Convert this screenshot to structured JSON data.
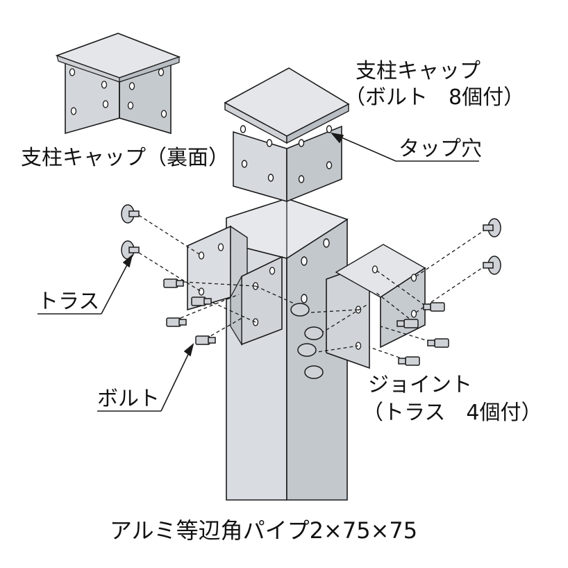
{
  "labels": {
    "cap_title": "支柱キャップ",
    "cap_bolt_note": "（ボルト　8個付）",
    "cap_back": "支柱キャップ（裏面）",
    "tap_hole": "タップ穴",
    "truss": "トラス",
    "bolt": "ボルト",
    "joint_title": "ジョイント",
    "joint_note": "（トラス　4個付）",
    "pipe": "アルミ等辺角パイプ2×75×75"
  },
  "colors": {
    "metal": "#d4d8dc",
    "metal_dark": "#b9bec4",
    "metal_light": "#e8eaed",
    "line": "#1a1a1a"
  }
}
